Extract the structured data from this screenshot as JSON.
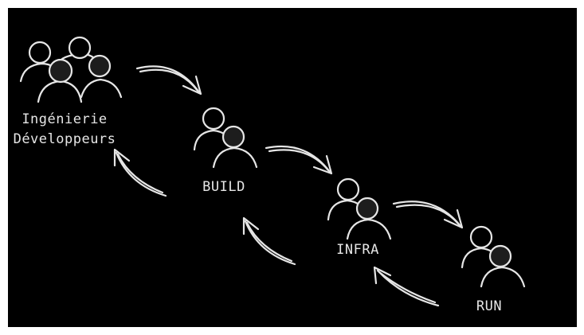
{
  "nodes": [
    {
      "id": "engineering",
      "lines": [
        "Ingénierie",
        "Développeurs"
      ]
    },
    {
      "id": "build",
      "lines": [
        "BUILD"
      ]
    },
    {
      "id": "infra",
      "lines": [
        "INFRA"
      ]
    },
    {
      "id": "run",
      "lines": [
        "RUN"
      ]
    }
  ],
  "colors": {
    "background": "#000000",
    "stroke": "#e6e6e6"
  }
}
